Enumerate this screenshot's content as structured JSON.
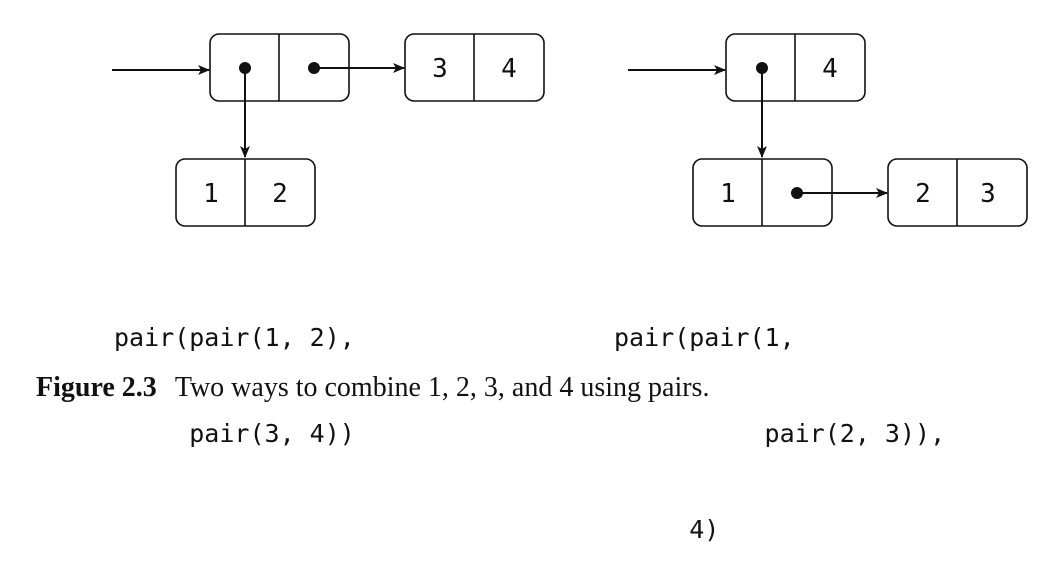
{
  "left_diagram": {
    "outer_pair_cells": [
      "",
      ""
    ],
    "car_pair": [
      "1",
      "2"
    ],
    "cdr_pair": [
      "3",
      "4"
    ]
  },
  "right_diagram": {
    "outer_pair_cells": [
      "",
      "4"
    ],
    "car_pair": [
      "1",
      ""
    ],
    "nested_pair": [
      "2",
      "3"
    ]
  },
  "code_left": [
    "pair(pair(1, 2),",
    "     pair(3, 4))"
  ],
  "code_right": [
    "pair(pair(1,",
    "          pair(2, 3)),",
    "     4)"
  ],
  "caption": {
    "label": "Figure 2.3",
    "text": "Two ways to combine 1, 2, 3, and 4 using pairs."
  },
  "colors": {
    "ink": "#111111",
    "background": "#ffffff"
  }
}
